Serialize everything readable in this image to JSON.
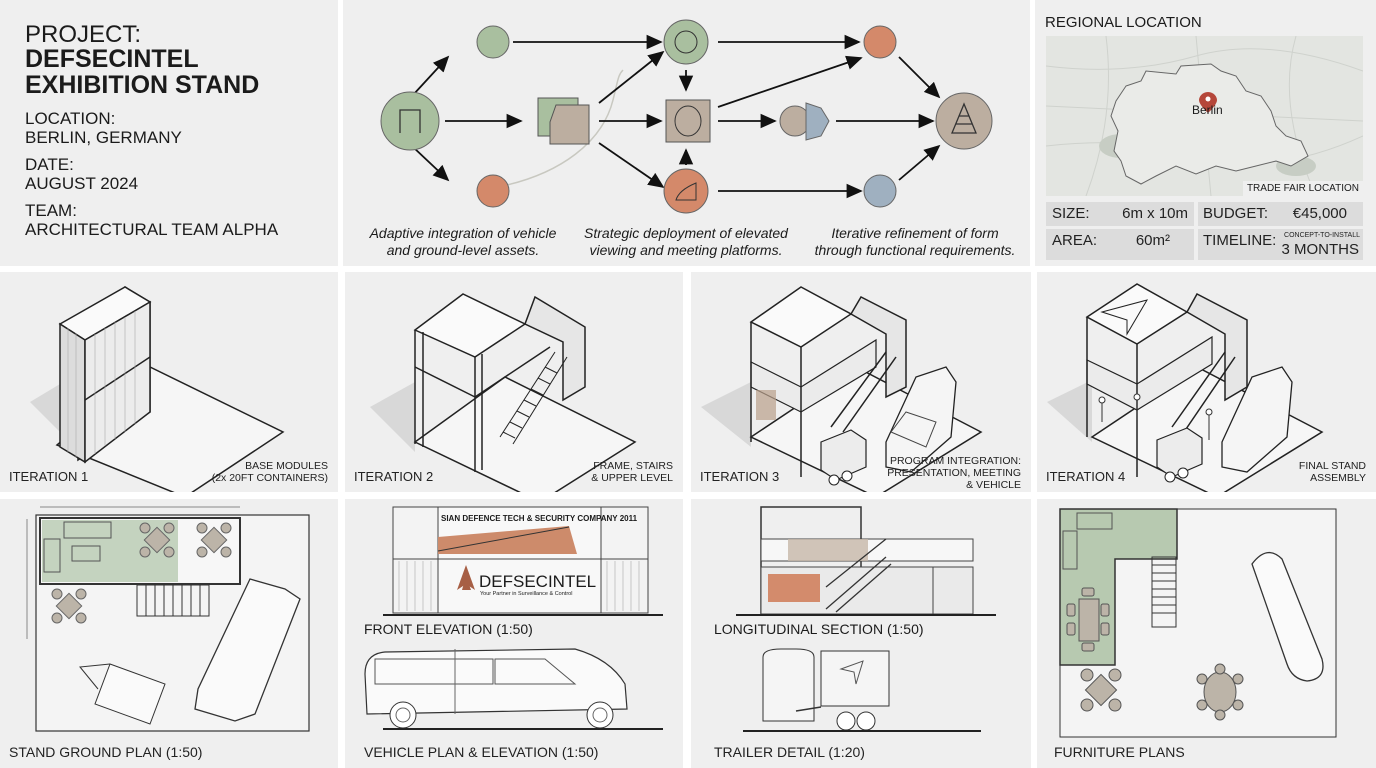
{
  "project": {
    "label": "PROJECT:",
    "name_line1": "DEFSECINTEL",
    "name_line2": "EXHIBITION STAND",
    "location_label": "LOCATION:",
    "location_value": "BERLIN, GERMANY",
    "date_label": "DATE:",
    "date_value": "AUGUST 2024",
    "team_label": "TEAM:",
    "team_value": "ARCHITECTURAL TEAM ALPHA"
  },
  "concept_diagram": {
    "captions": [
      {
        "line1": "Adaptive integration of vehicle",
        "line2": "and ground-level assets."
      },
      {
        "line1": "Strategic deployment of elevated",
        "line2": "viewing and meeting platforms."
      },
      {
        "line1": "Iterative refinement of form",
        "line2": "through functional requirements."
      }
    ],
    "colors": {
      "green": "#a9bf9f",
      "orange": "#d4896a",
      "taupe": "#bcaea0",
      "blue": "#9fb0c0"
    }
  },
  "regional": {
    "title": "REGIONAL LOCATION",
    "city": "Berlin",
    "map_caption": "TRADE FAIR LOCATION",
    "pin_color": "#b5473a",
    "stats": {
      "size_label": "SIZE:",
      "size_value": "6m x 10m",
      "budget_label": "BUDGET:",
      "budget_value": "€45,000",
      "area_label": "AREA:",
      "area_value": "60m²",
      "timeline_label": "TIMELINE:",
      "timeline_note": "CONCEPT-TO-INSTALL",
      "timeline_value": "3 MONTHS"
    }
  },
  "iterations": [
    {
      "label": "ITERATION 1",
      "desc_line1": "BASE MODULES",
      "desc_line2": "(2x 20FT CONTAINERS)",
      "desc_line3": ""
    },
    {
      "label": "ITERATION 2",
      "desc_line1": "FRAME, STAIRS",
      "desc_line2": "& UPPER LEVEL",
      "desc_line3": ""
    },
    {
      "label": "ITERATION 3",
      "desc_line1": "PROGRAM INTEGRATION:",
      "desc_line2": "PRESENTATION, MEETING",
      "desc_line3": "& VEHICLE"
    },
    {
      "label": "ITERATION 4",
      "desc_line1": "FINAL STAND",
      "desc_line2": "ASSEMBLY",
      "desc_line3": ""
    }
  ],
  "drawings": {
    "ground_plan": "STAND GROUND PLAN (1:50)",
    "front_elevation": "FRONT ELEVATION (1:50)",
    "vehicle": "VEHICLE PLAN & ELEVATION (1:50)",
    "section": "LONGITUDINAL SECTION (1:50)",
    "trailer": "TRAILER DETAIL (1:20)",
    "furniture": "FURNITURE PLANS",
    "banner_text": "SIAN DEFENCE TECH & SECURITY COMPANY 2011",
    "brand_name": "DEFSECINTEL",
    "brand_tagline": "Your Partner in Surveillance & Control"
  }
}
